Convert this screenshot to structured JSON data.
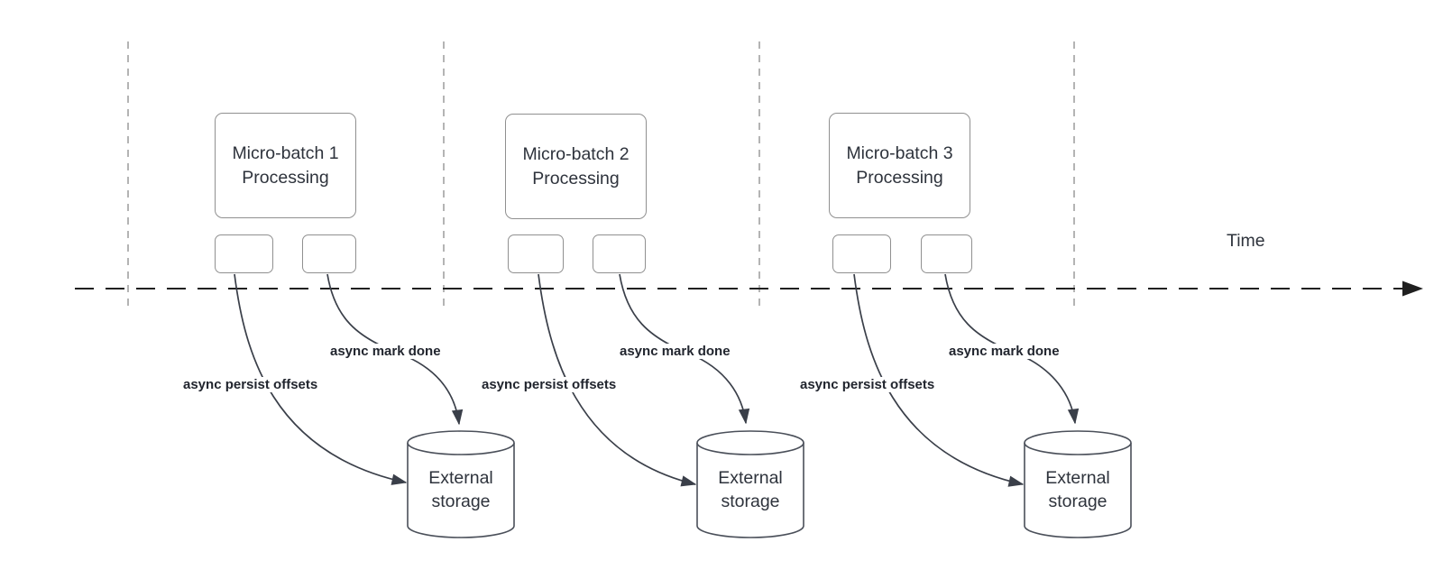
{
  "diagram": {
    "time_label": "Time",
    "colors": {
      "node_border": "#909090",
      "node_text": "#2e333c",
      "arrow_stroke": "#3a3f49",
      "timeline_stroke": "#202020",
      "guide_line": "#b4b4b4",
      "label_text": "#21252e",
      "background": "#ffffff"
    },
    "sections": [
      {
        "title_line1": "Micro-batch 1",
        "title_line2": "Processing",
        "persist_label": "async persist offsets",
        "mark_done_label": "async mark done",
        "storage_label": "External storage"
      },
      {
        "title_line1": "Micro-batch 2",
        "title_line2": "Processing",
        "persist_label": "async persist offsets",
        "mark_done_label": "async mark done",
        "storage_label": "External storage"
      },
      {
        "title_line1": "Micro-batch 3",
        "title_line2": "Processing",
        "persist_label": "async persist offsets",
        "mark_done_label": "async mark done",
        "storage_label": "External storage"
      }
    ]
  }
}
